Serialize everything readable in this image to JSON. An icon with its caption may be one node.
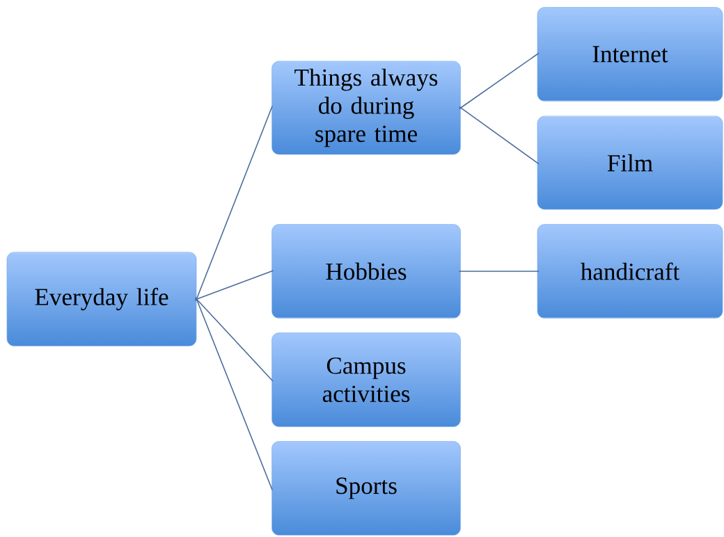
{
  "diagram": {
    "nodes": [
      {
        "text": [
          "Everyday life"
        ]
      },
      {
        "text": [
          "Things always do during spare time"
        ]
      },
      {
        "text": [
          "Internet"
        ]
      },
      {
        "text": [
          "Film"
        ]
      },
      {
        "text": [
          "Hobbies"
        ]
      },
      {
        "text": [
          "handicraft"
        ]
      },
      {
        "text": [
          "Campus activities"
        ]
      },
      {
        "text": [
          "Sports"
        ]
      }
    ],
    "edges": [
      {
        "from": 0,
        "to": 1,
        "arrow": "none"
      },
      {
        "from": 0,
        "to": 4,
        "arrow": "none"
      },
      {
        "from": 0,
        "to": 6,
        "arrow": "none"
      },
      {
        "from": 0,
        "to": 7,
        "arrow": "none"
      },
      {
        "from": 1,
        "to": 2,
        "arrow": "none"
      },
      {
        "from": 1,
        "to": 3,
        "arrow": "none"
      },
      {
        "from": 4,
        "to": 5,
        "arrow": "none"
      }
    ]
  }
}
